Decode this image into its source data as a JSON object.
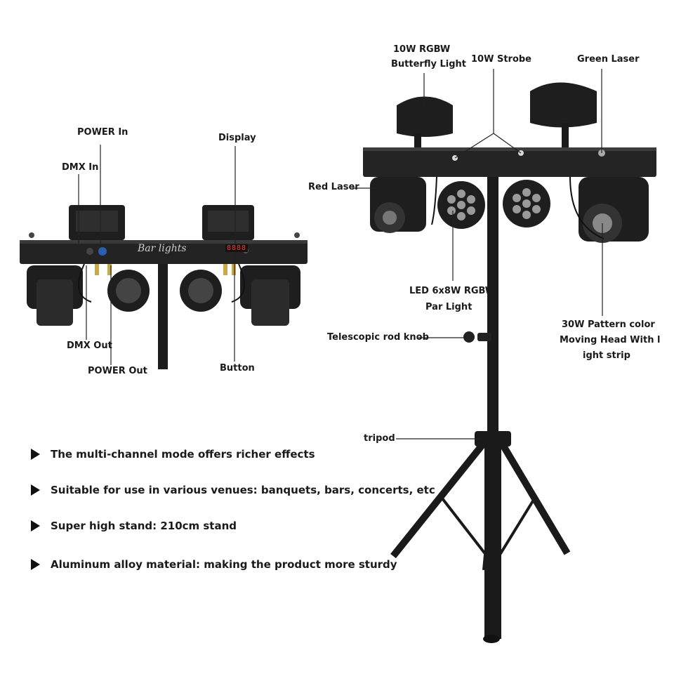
{
  "colors": {
    "background": "#ffffff",
    "fixture": "#1c1c1c",
    "text": "#1a1a1a",
    "display_red": "#ff3030"
  },
  "left_view": {
    "bar_logo": "Bar lights",
    "display_digits": "8888",
    "labels": {
      "power_in": "POWER In",
      "dmx_in": "DMX In",
      "display": "Display",
      "dmx_out": "DMX Out",
      "power_out": "POWER Out",
      "button": "Button"
    }
  },
  "right_view": {
    "labels": {
      "butterfly_line1": "10W RGBW",
      "butterfly_line2": "Butterfly Light",
      "strobe": "10W Strobe",
      "green_laser": "Green Laser",
      "red_laser": "Red Laser",
      "par_line1": "LED 6x8W RGBW",
      "par_line2": "Par Light",
      "moving_head_line1": "30W Pattern color",
      "moving_head_line2": "Moving Head With l",
      "moving_head_line3": "ight strip",
      "telescopic_knob": "Telescopic rod knob",
      "tripod": "tripod"
    }
  },
  "features": [
    "The multi-channel mode offers richer effects",
    "Suitable for use in various venues: banquets, bars, concerts, etc",
    "Super high stand: 210cm stand",
    "Aluminum alloy material: making the product more sturdy"
  ]
}
